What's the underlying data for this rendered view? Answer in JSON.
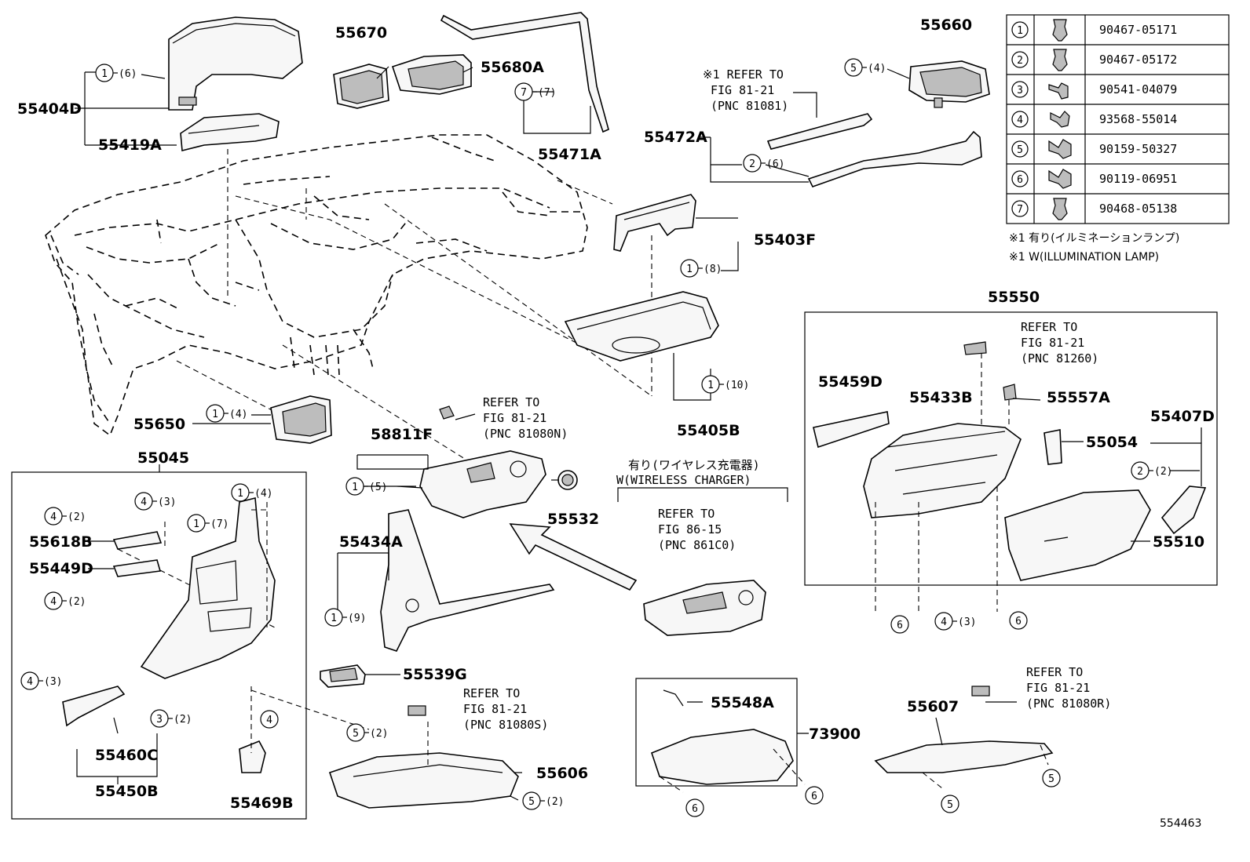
{
  "parts": {
    "p55404D": "55404D",
    "p55419A": "55419A",
    "p55670": "55670",
    "p55680A": "55680A",
    "p55471A": "55471A",
    "p55660": "55660",
    "p55472A": "55472A",
    "p55403F": "55403F",
    "p55405B": "55405B",
    "p55650": "55650",
    "p55045": "55045",
    "p58811F": "58811F",
    "p55532": "55532",
    "p55434A": "55434A",
    "p55539G": "55539G",
    "p55606": "55606",
    "p55618B": "55618B",
    "p55449D": "55449D",
    "p55460C": "55460C",
    "p55450B": "55450B",
    "p55469B": "55469B",
    "p55550": "55550",
    "p55459D": "55459D",
    "p55433B": "55433B",
    "p55557A": "55557A",
    "p55407D": "55407D",
    "p55054": "55054",
    "p55510": "55510",
    "p55548A": "55548A",
    "p73900": "73900",
    "p55607": "55607"
  },
  "callouts": {
    "c1_6": {
      "num": "1",
      "qty": "(6)"
    },
    "c7_7": {
      "num": "7",
      "qty": "(7)"
    },
    "c5_4": {
      "num": "5",
      "qty": "(4)"
    },
    "c2_6": {
      "num": "2",
      "qty": "(6)"
    },
    "c1_8": {
      "num": "1",
      "qty": "(8)"
    },
    "c1_10": {
      "num": "1",
      "qty": "(10)"
    },
    "c1_4a": {
      "num": "1",
      "qty": "(4)"
    },
    "c1_5": {
      "num": "1",
      "qty": "(5)"
    },
    "c1_9": {
      "num": "1",
      "qty": "(9)"
    },
    "c4_2a": {
      "num": "4",
      "qty": "(2)"
    },
    "c4_3a": {
      "num": "4",
      "qty": "(3)"
    },
    "c1_4b": {
      "num": "1",
      "qty": "(4)"
    },
    "c1_7": {
      "num": "1",
      "qty": "(7)"
    },
    "c4_2b": {
      "num": "4",
      "qty": "(2)"
    },
    "c4_3b": {
      "num": "4",
      "qty": "(3)"
    },
    "c3_2": {
      "num": "3",
      "qty": "(2)"
    },
    "c5_2a": {
      "num": "5",
      "qty": "(2)"
    },
    "c4_single": {
      "num": "4",
      "qty": ""
    },
    "c5_2b": {
      "num": "5",
      "qty": "(2)"
    },
    "c2_2": {
      "num": "2",
      "qty": "(2)"
    },
    "c6_a": {
      "num": "6",
      "qty": ""
    },
    "c4_3c": {
      "num": "4",
      "qty": "(3)"
    },
    "c6_b": {
      "num": "6",
      "qty": ""
    },
    "c6_c": {
      "num": "6",
      "qty": ""
    },
    "c6_d": {
      "num": "6",
      "qty": ""
    },
    "c5_a": {
      "num": "5",
      "qty": ""
    },
    "c5_b": {
      "num": "5",
      "qty": ""
    }
  },
  "notes": {
    "n_illum": [
      "※1 REFER TO",
      "FIG 81-21",
      "(PNC 81081)"
    ],
    "n_81080N": [
      "REFER TO",
      "FIG 81-21",
      "(PNC 81080N)"
    ],
    "n_81260": [
      "REFER TO",
      "FIG 81-21",
      "(PNC 81260)"
    ],
    "n_86115": [
      "REFER TO",
      "FIG 86-15",
      "(PNC 861C0)"
    ],
    "n_81080S": [
      "REFER TO",
      "FIG 81-21",
      "(PNC 81080S)"
    ],
    "n_81080R": [
      "REFER TO",
      "FIG 81-21",
      "(PNC 81080R)"
    ],
    "wireless": [
      "有り(ワイヤレス充電器)",
      "W(WIRELESS CHARGER)"
    ]
  },
  "legend": [
    {
      "num": "1",
      "icon": "clip-icon",
      "part": "90467-05171"
    },
    {
      "num": "2",
      "icon": "clip-icon",
      "part": "90467-05172"
    },
    {
      "num": "3",
      "icon": "pin-icon",
      "part": "90541-04079"
    },
    {
      "num": "4",
      "icon": "screw-icon",
      "part": "93568-55014"
    },
    {
      "num": "5",
      "icon": "bolt-icon",
      "part": "90159-50327"
    },
    {
      "num": "6",
      "icon": "bolt-icon",
      "part": "90119-06951"
    },
    {
      "num": "7",
      "icon": "clip-icon",
      "part": "90468-05138"
    }
  ],
  "footnotes": [
    "※1 有り(イルミネーションランプ)",
    "※1 W(ILLUMINATION LAMP)"
  ],
  "figure_id": "554463"
}
